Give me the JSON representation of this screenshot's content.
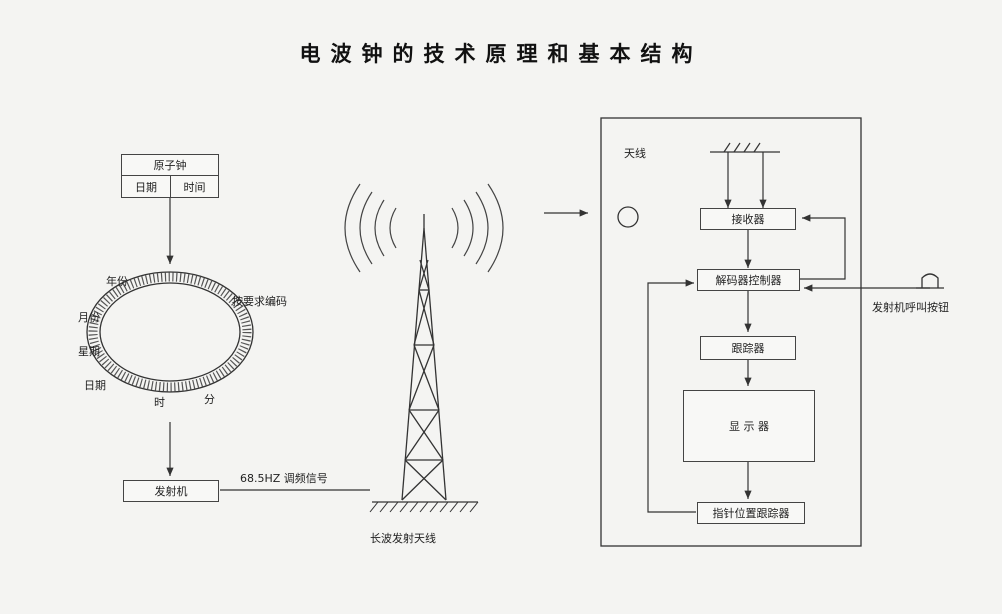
{
  "title": "电波钟的技术原理和基本结构",
  "atomic_clock": {
    "label": "原子钟",
    "date": "日期",
    "time": "时间"
  },
  "ring_labels": {
    "year": "年份",
    "month": "月份",
    "week": "星期",
    "day": "日期",
    "hour": "时",
    "minute": "分",
    "code": "按要求编码"
  },
  "transmitter": "发射机",
  "signal": "68.5HZ 调频信号",
  "tower": "长波发射天线",
  "receiver": {
    "antenna": "天线",
    "receiver_box": "接收器",
    "decoder": "解码器控制器",
    "tracker": "跟踪器",
    "display": "显 示 器",
    "hand_tracker": "指针位置跟踪器",
    "button": "发射机呼叫按钮"
  }
}
